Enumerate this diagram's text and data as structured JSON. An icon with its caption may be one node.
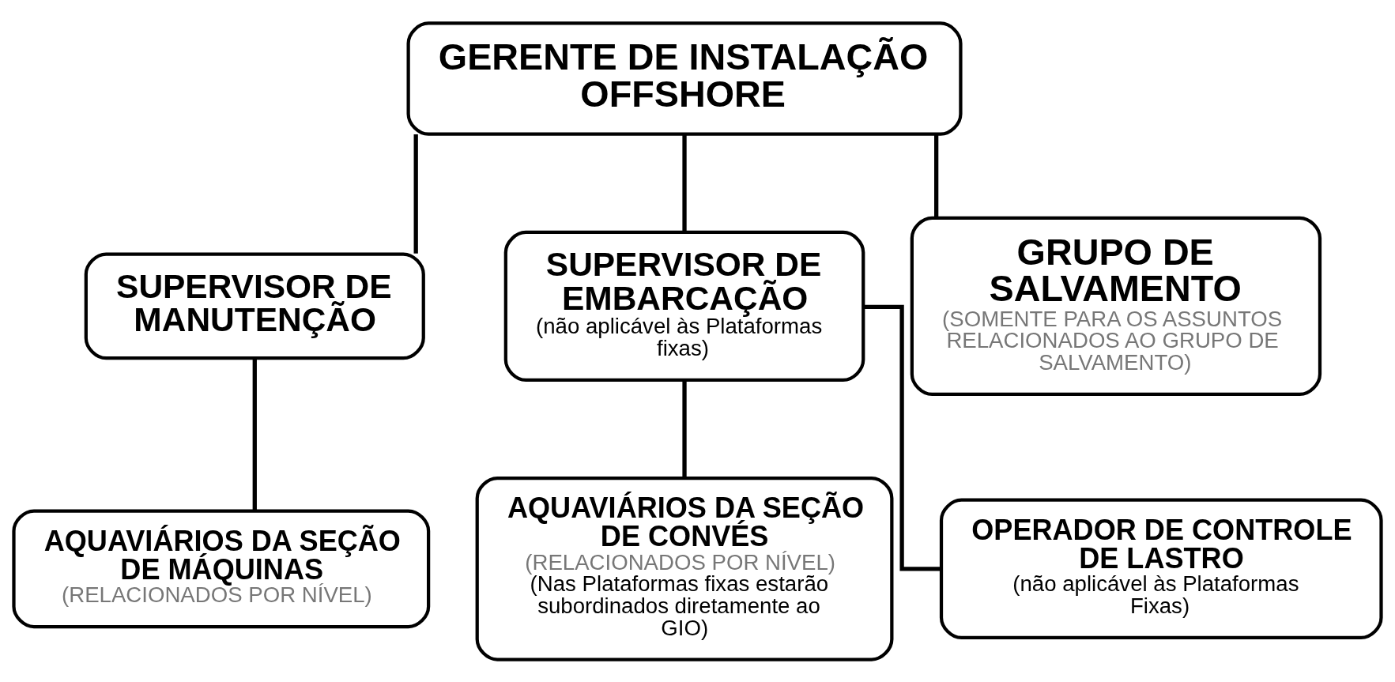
{
  "diagram": {
    "nodes": [
      {
        "text": [
          "GERENTE DE INSTALAÇÃO OFFSHORE"
        ]
      },
      {
        "text": [
          "SUPERVISOR DE MANUTENÇÃO"
        ]
      },
      {
        "text": [
          "SUPERVISOR DE EMBARCAÇÃO",
          "(não aplicável às Plataformas fixas)"
        ]
      },
      {
        "text": [
          "GRUPO DE SALVAMENTO",
          "(SOMENTE PARA OS ASSUNTOS RELACIONADOS AO GRUPO DE SALVAMENTO)"
        ]
      },
      {
        "text": [
          "AQUAVIÁRIOS DA SEÇÃO DE MÁQUINAS",
          "(RELACIONADOS POR NÍVEL)"
        ]
      },
      {
        "text": [
          "AQUAVIÁRIOS DA SEÇÃO DE CONVÉS",
          "(RELACIONADOS POR NÍVEL)",
          "(Nas Plataformas fixas estarão subordinados diretamente ao GIO)"
        ]
      },
      {
        "text": [
          "OPERADOR DE CONTROLE DE LASTRO",
          "(não aplicável às Plataformas Fixas)"
        ]
      }
    ],
    "edges": [
      {
        "from": 0,
        "to": 1,
        "arrow": "none"
      },
      {
        "from": 0,
        "to": 2,
        "arrow": "none"
      },
      {
        "from": 0,
        "to": 3,
        "arrow": "none"
      },
      {
        "from": 1,
        "to": 4,
        "arrow": "none"
      },
      {
        "from": 2,
        "to": 5,
        "arrow": "none"
      },
      {
        "from": 2,
        "to": 6,
        "arrow": "none"
      }
    ]
  }
}
